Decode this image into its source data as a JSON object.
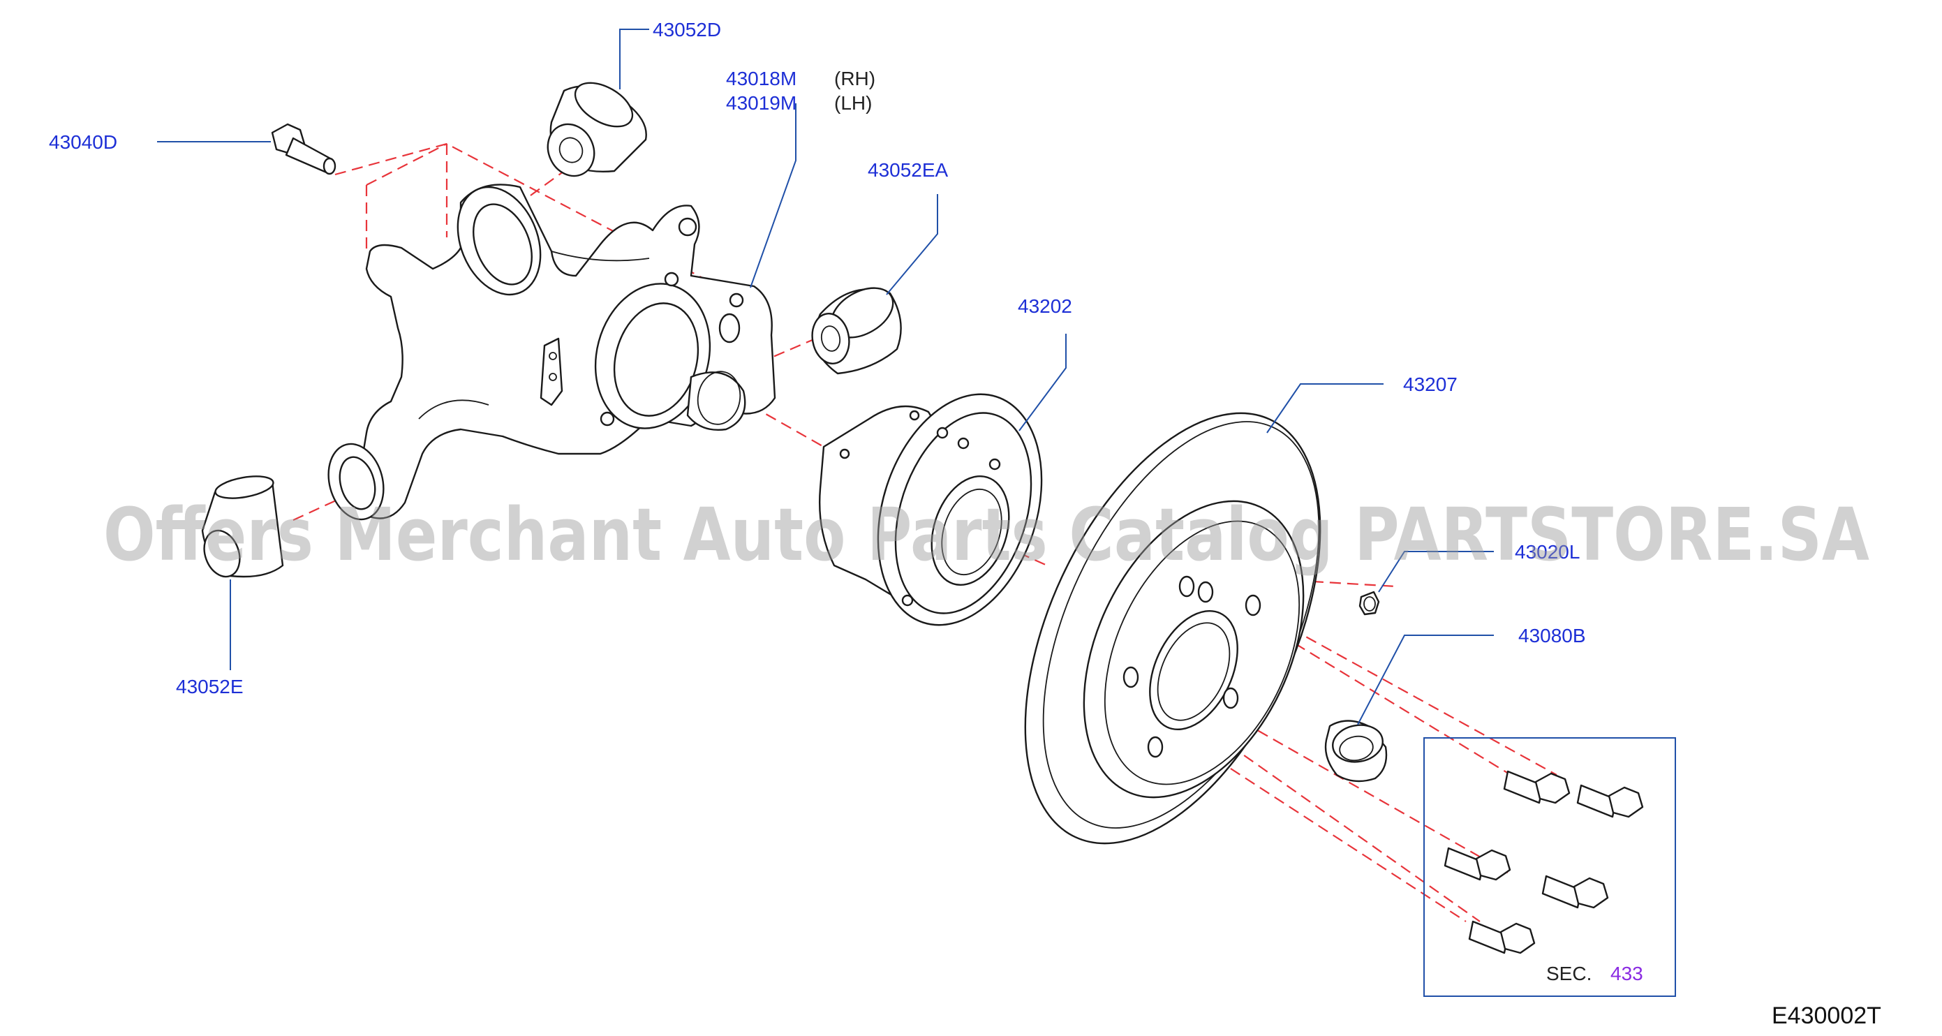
{
  "labels": {
    "p43052D": "43052D",
    "p43018M": "43018M",
    "p43018M_side": "(RH)",
    "p43019M": "43019M",
    "p43019M_side": "(LH)",
    "p43040D": "43040D",
    "p43052EA": "43052EA",
    "p43202": "43202",
    "p43207": "43207",
    "p43052E": "43052E",
    "p43080B": "43080B",
    "p43020L": "43020L",
    "sec_prefix": "SEC.",
    "sec_number": "433"
  },
  "figure_id": "E430002T",
  "watermark": "Offers Merchant Auto Parts Catalog PARTSTORE.SA",
  "colors": {
    "part_code": "#1d2fd6",
    "leader": "#2050a8",
    "center_line": "#e8343a",
    "section_ref": "#8a2be2",
    "line_art": "#1a1a1a"
  }
}
